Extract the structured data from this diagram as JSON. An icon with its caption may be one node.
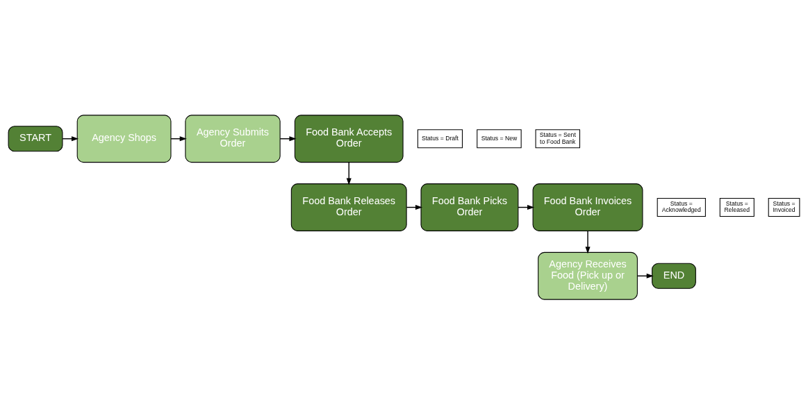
{
  "diagram": {
    "nodes": [
      {
        "text": [
          "START"
        ]
      },
      {
        "text": [
          "Agency Shops"
        ]
      },
      {
        "text": [
          "Agency Submits Order"
        ]
      },
      {
        "text": [
          "Food Bank Accepts Order"
        ]
      },
      {
        "text": [
          "Food Bank Releases Order"
        ]
      },
      {
        "text": [
          "Food Bank Picks Order"
        ]
      },
      {
        "text": [
          "Food Bank Invoices Order"
        ]
      },
      {
        "text": [
          "Agency Receives Food (Pick up or Delivery)"
        ]
      },
      {
        "text": [
          "END"
        ]
      },
      {
        "text": [
          "Status = Draft"
        ]
      },
      {
        "text": [
          "Status = New"
        ]
      },
      {
        "text": [
          "Status = Sent to Food Bank"
        ]
      },
      {
        "text": [
          "Status = Acknowledged"
        ]
      },
      {
        "text": [
          "Status = Released"
        ]
      },
      {
        "text": [
          "Status = Invoiced"
        ]
      }
    ],
    "edges": [
      {
        "from": 0,
        "to": 1,
        "arrow": "to"
      },
      {
        "from": 1,
        "to": 2,
        "arrow": "to"
      },
      {
        "from": 2,
        "to": 3,
        "arrow": "to"
      },
      {
        "from": 3,
        "to": 4,
        "arrow": "to"
      },
      {
        "from": 4,
        "to": 5,
        "arrow": "to"
      },
      {
        "from": 5,
        "to": 6,
        "arrow": "to"
      },
      {
        "from": 6,
        "to": 7,
        "arrow": "to"
      },
      {
        "from": 7,
        "to": 8,
        "arrow": "to"
      }
    ]
  }
}
